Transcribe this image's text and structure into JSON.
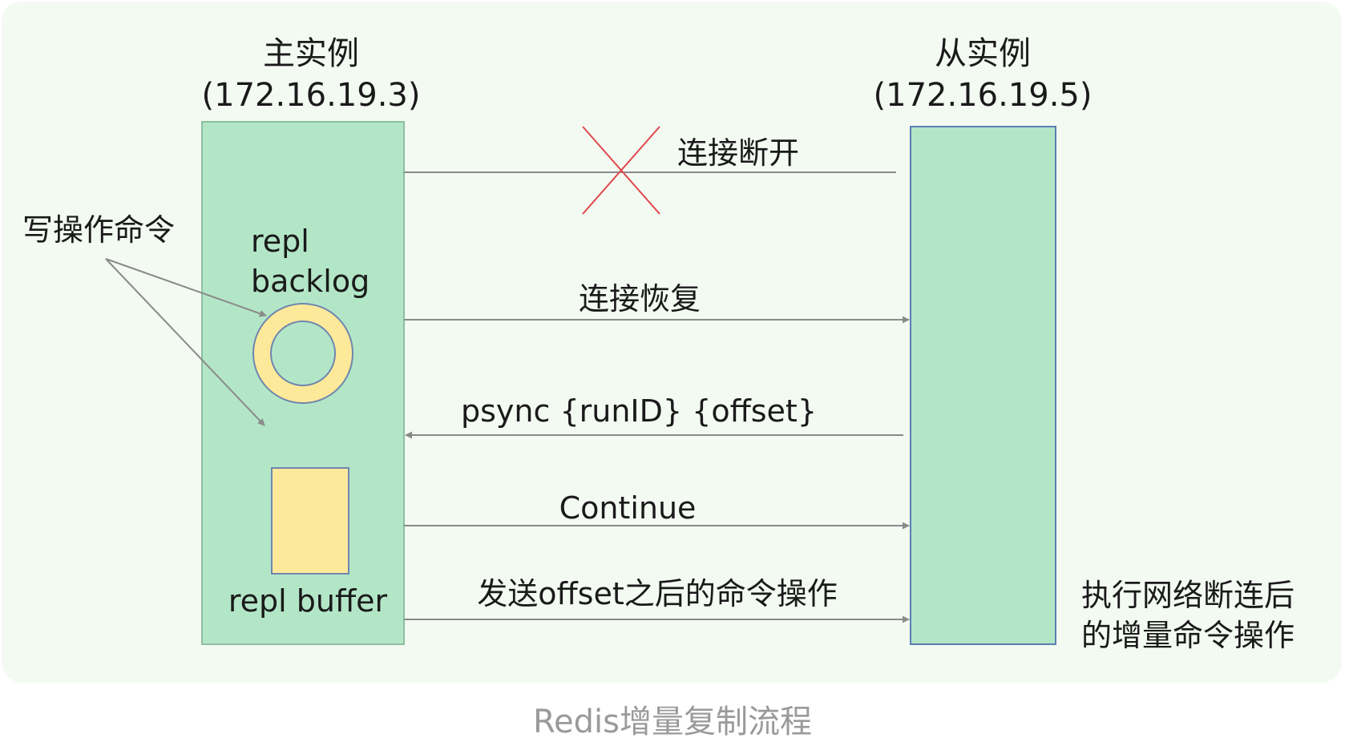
{
  "master": {
    "title": "主实例",
    "ip": "(172.16.19.3)"
  },
  "replica": {
    "title": "从实例",
    "ip": "(172.16.19.5)"
  },
  "labels": {
    "write_ops": "写操作命令",
    "repl_backlog_line1": "repl",
    "repl_backlog_line2": "backlog",
    "repl_buffer": "repl buffer",
    "replica_note_line1": "执行网络断连后",
    "replica_note_line2": "的增量命令操作"
  },
  "messages": [
    {
      "id": "disconnect",
      "text": "连接断开"
    },
    {
      "id": "reconnect",
      "text": "连接恢复"
    },
    {
      "id": "psync",
      "text": "psync {runID} {offset}"
    },
    {
      "id": "continue",
      "text": "Continue"
    },
    {
      "id": "send-commands",
      "text": "发送offset之后的命令操作"
    }
  ],
  "caption": "Redis增量复制流程",
  "colors": {
    "background": "#f3faf2",
    "instance_fill": "#b3e6c7",
    "master_border": "#8dbf9f",
    "replica_border": "#5b7fb2",
    "backlog_ring": "#fde99a",
    "ring_border": "#7086ae",
    "buffer_fill": "#fde99a",
    "arrow": "#8a8a8a",
    "cross": "#e0474c"
  }
}
